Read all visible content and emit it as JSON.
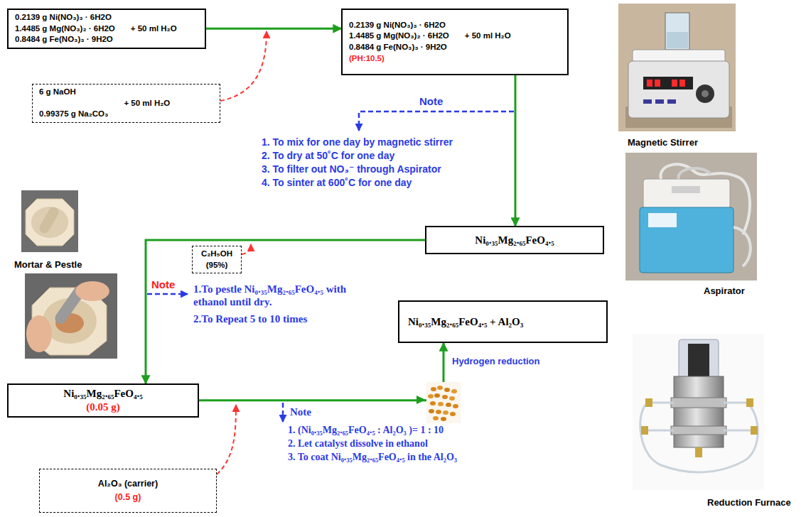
{
  "diagram": {
    "nodes": [
      {
        "text": [
          "0.2139 g Ni(NO₃)₃ · 6H2O",
          "1.4485 g Mg(NO₃)₂ · 6H2O",
          "0.8484 g Fe(NO₃)₃ · 9H2O",
          "+ 50 ml H₂O"
        ]
      },
      {
        "text": [
          "0.2139 g Ni(NO₃)₃ · 6H2O",
          "1.4485 g Mg(NO₃)₂ · 6H2O",
          "0.8484 g Fe(NO₃)₃ · 9H2O",
          "+ 50 ml H₂O",
          "(PH:10.5)"
        ]
      },
      {
        "text": [
          "6 g NaOH",
          "+ 50 ml H₂O",
          "0.99375 g Na₂CO₃"
        ]
      },
      {
        "text": [
          "Ni₀.₃₅Mg₂.₆₅FeO₄.₅"
        ]
      },
      {
        "text": [
          "C₂H₅OH",
          "(95%)"
        ]
      },
      {
        "text": [
          "Ni₀.₃₅Mg₂.₆₅FeO₄.₅",
          "(0.05 g)"
        ]
      },
      {
        "text": [
          "Ni₀.₃₅Mg₂.₆₅FeO₄.₅ + Al₂O₃"
        ]
      },
      {
        "text": [
          "Al₂O₃ (carrier)",
          "(0.5 g)"
        ]
      }
    ],
    "edges": [
      {
        "from": 0,
        "to": 1,
        "arrow": "to"
      },
      {
        "from": 1,
        "to": 3,
        "arrow": "to"
      },
      {
        "from": 3,
        "to": 5,
        "arrow": "to"
      },
      {
        "from": 5,
        "to": 6,
        "label": "Hydrogen reduction",
        "arrow": "to"
      }
    ],
    "labels": [
      "Note",
      "1. To mix for one day by magnetic stirrer",
      "2. To dry at 50˚C for one day",
      "3. To filter out NO₃⁻ through Aspirator",
      "4. To sinter at 600˚C for one day",
      "Magnetic Stirrer",
      "Aspirator",
      "Mortar & Pestle",
      "Note",
      "1.To pestle Ni₀.₃₅Mg₂.₆₅FeO₄.₅ with ethanol until dry.",
      "2.To Repeat 5 to 10 times",
      "Note",
      "1. (Ni₀.₃₅Mg₂.₆₅FeO₄.₅ : Al₂O₃ )= 1 : 10",
      "2. Let catalyst dissolve in ethanol",
      "3. To coat Ni₀.₃₅Mg₂.₆₅FeO₄.₅ in the Al₂O₃",
      "Reduction Furnace"
    ]
  }
}
